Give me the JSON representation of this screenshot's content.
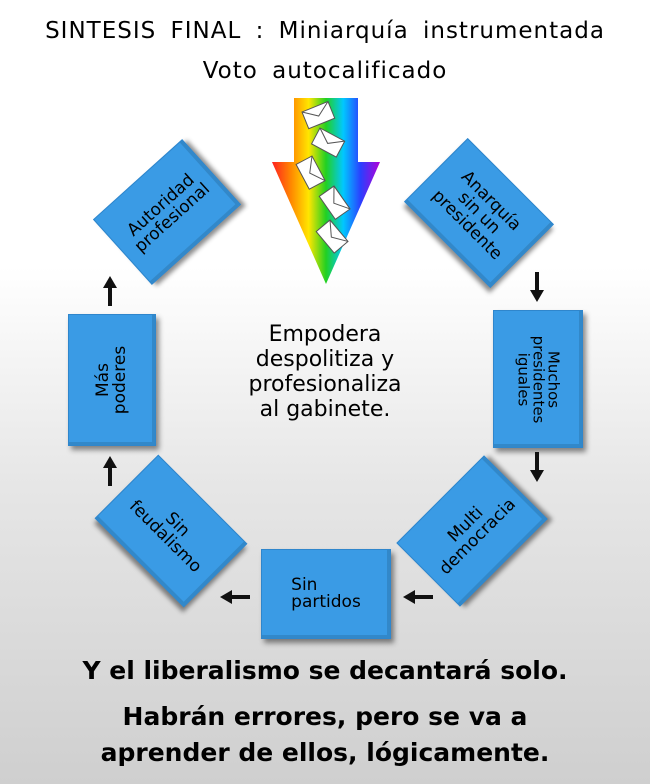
{
  "title": {
    "line1": "SINTESIS FINAL :  Miniarquía instrumentada",
    "line2": "Voto autocalificado"
  },
  "cycle": {
    "top_right": "Anarquía\nsin un\npresidente",
    "right": "Muchos\npresidentes\niguales",
    "bottom_right": "Multi\ndemocracia",
    "bottom": "Sin\npartidos",
    "bottom_left": "Sin\nfeudalismo",
    "left": "Más\npoderes",
    "top_left": "Autoridad\nprofesional"
  },
  "center_text": "Empodera\ndespolitiza y\nprofesionaliza\nal gabinete.",
  "bottom": {
    "line1": "Y el liberalismo se decantará solo.",
    "line2": "Habrán errores, pero se va a",
    "line3": "aprender de ellos, lógicamente."
  },
  "colors": {
    "box": "#3a9be5",
    "text": "#000000"
  },
  "icons": {
    "ballot": "envelope-icon",
    "vote_arrow": "rainbow-down-arrow-icon"
  }
}
